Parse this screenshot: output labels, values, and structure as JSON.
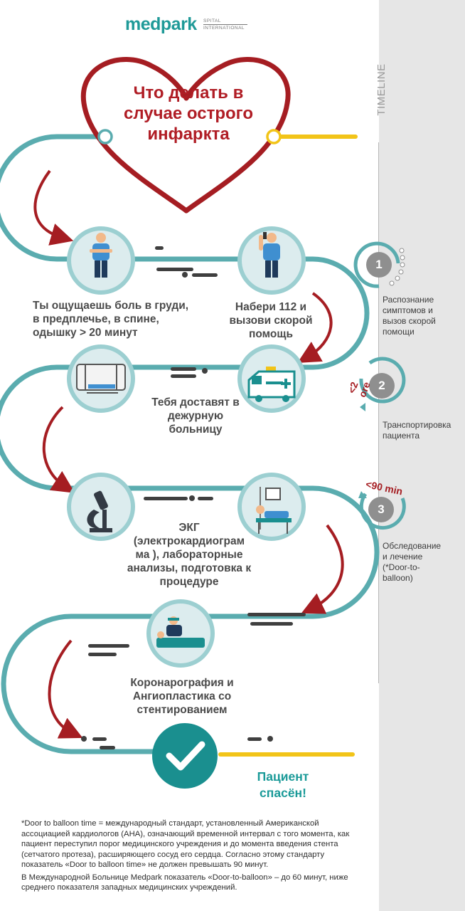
{
  "brand": {
    "name": "medpark",
    "sub1": "SPITAL",
    "sub2": "INTERNATIONAL"
  },
  "sidebar": {
    "label": "TIMELINE",
    "stages": [
      {
        "number": "1",
        "text": "Распознание симптомов и вызов скорой помощи",
        "time": ""
      },
      {
        "number": "2",
        "text": "Транспортировка пациента",
        "time": "<2 ore"
      },
      {
        "number": "3",
        "text": "Обследование и лечение (*Door-to-balloon)",
        "time": "<90 min"
      }
    ]
  },
  "title": "Что делать в случае острого инфаркта",
  "steps": [
    {
      "text": "Ты ощущаешь боль в груди, в предплечье, в спине, одышку > 20 минут",
      "icon": "person-chest-pain-icon"
    },
    {
      "text": "Набери 112 и вызови скорой помощь",
      "icon": "person-phone-icon"
    },
    {
      "text": "Тебя доставят в дежурную больницу",
      "icon": "ambulance-interior-icon"
    },
    {
      "text": "ЭКГ (электрокардиограм ма ), лабораторные анализы, подготовка к процедуре",
      "icon": "microscope-icon"
    },
    {
      "text": "Коронарография и Ангиопластика со стентированием",
      "icon": "surgery-icon"
    }
  ],
  "final": {
    "text": "Пациент спасён!",
    "icon": "checkmark-icon"
  },
  "icons": {
    "ambulance": "ambulance-icon",
    "hospital_bed": "hospital-bed-icon"
  },
  "footnote": {
    "p1": "*Door to balloon time = международный стандарт, установленный Американской ассоциацией кардиологов (AHA), означающий временной интервал с того момента, как пациент переступил порог медицинского учреждения и до момента введения стента (сетчатого протеза), расширяющего сосуд его сердца. Согласно этому стандарту показатель «Door to balloon time» не должен превышать 90 минут.",
    "p2": "В Международной Больнице Medpark показатель «Door-to-balloon» – до 60 минут, ниже среднего показателя западных медицинских учреждений."
  },
  "colors": {
    "teal": "#5aacaf",
    "teal_dark": "#1a8f8f",
    "red": "#a51d22",
    "yellow": "#f2c418",
    "circle_fill": "#dcecee",
    "sidebar_bg": "#e6e6e6"
  }
}
